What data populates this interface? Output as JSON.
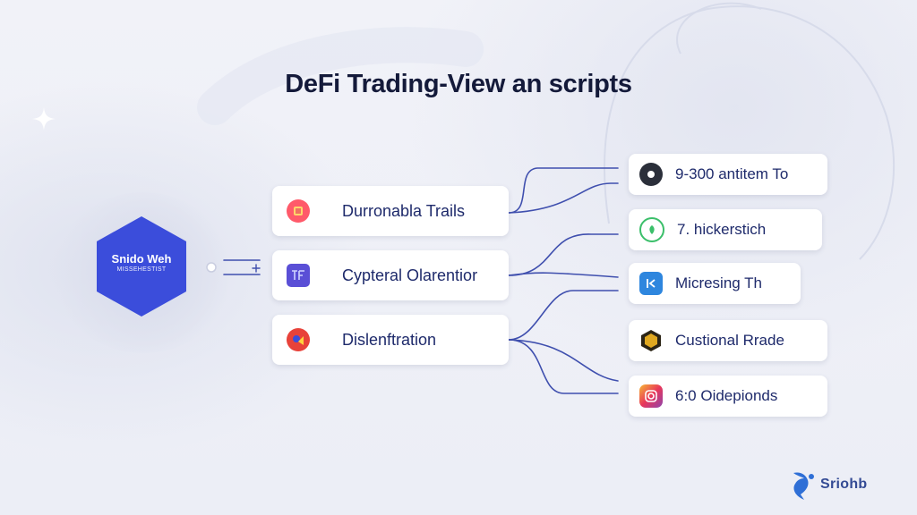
{
  "diagram": {
    "title": "DeFi Trading-View an scripts",
    "hub": {
      "name": "Snido Weh",
      "subtitle": "MISSEHESTIST",
      "color": "#3b4ddb"
    },
    "left_nodes": [
      {
        "label": "Durronabla Trails",
        "icon": "red-circle-icon",
        "color": "#e8375a"
      },
      {
        "label": "Cypteral Olarentior",
        "icon": "purple-tile-icon",
        "color": "#5a4fd6"
      },
      {
        "label": "Dislenftration",
        "icon": "red-yellow-badge-icon",
        "color": "#e8423a"
      }
    ],
    "right_nodes": [
      {
        "label": "9-300 antitem To",
        "icon": "dark-circle-icon",
        "color": "#2b2f3a"
      },
      {
        "label": "7. hickerstich",
        "icon": "green-circle-icon",
        "color": "#3bbf6a"
      },
      {
        "label": "Micresing Th",
        "icon": "blue-square-icon",
        "color": "#2e86de"
      },
      {
        "label": "Custional Rrade",
        "icon": "gold-hexagon-icon",
        "color": "#e0a820"
      },
      {
        "label": "6:0 Oidepionds",
        "icon": "gradient-square-icon",
        "color": "#d6308c"
      }
    ],
    "connector_color": "#3f4fae"
  },
  "brand": {
    "wordmark": "Sriohb",
    "color": "#334a94"
  }
}
